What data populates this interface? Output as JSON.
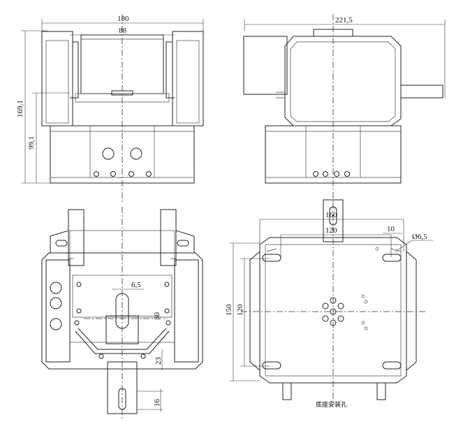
{
  "views": {
    "front": {
      "width_label": "180",
      "inner_label": "88",
      "height_label": "169,1",
      "base_label": "99,1"
    },
    "side": {
      "depth_label": "221,5"
    },
    "top": {
      "slot_label": "6,5",
      "dim30_label": "30",
      "dim23_label": "23",
      "dim16_label": "16"
    },
    "base": {
      "outer_width_label": "160",
      "inner_width_label": "120",
      "slot_len_label": "10",
      "hole_dia_label": "Ø6,5",
      "outer_height_label": "150",
      "inner_height_label": "120",
      "caption": "底座安装孔"
    }
  }
}
